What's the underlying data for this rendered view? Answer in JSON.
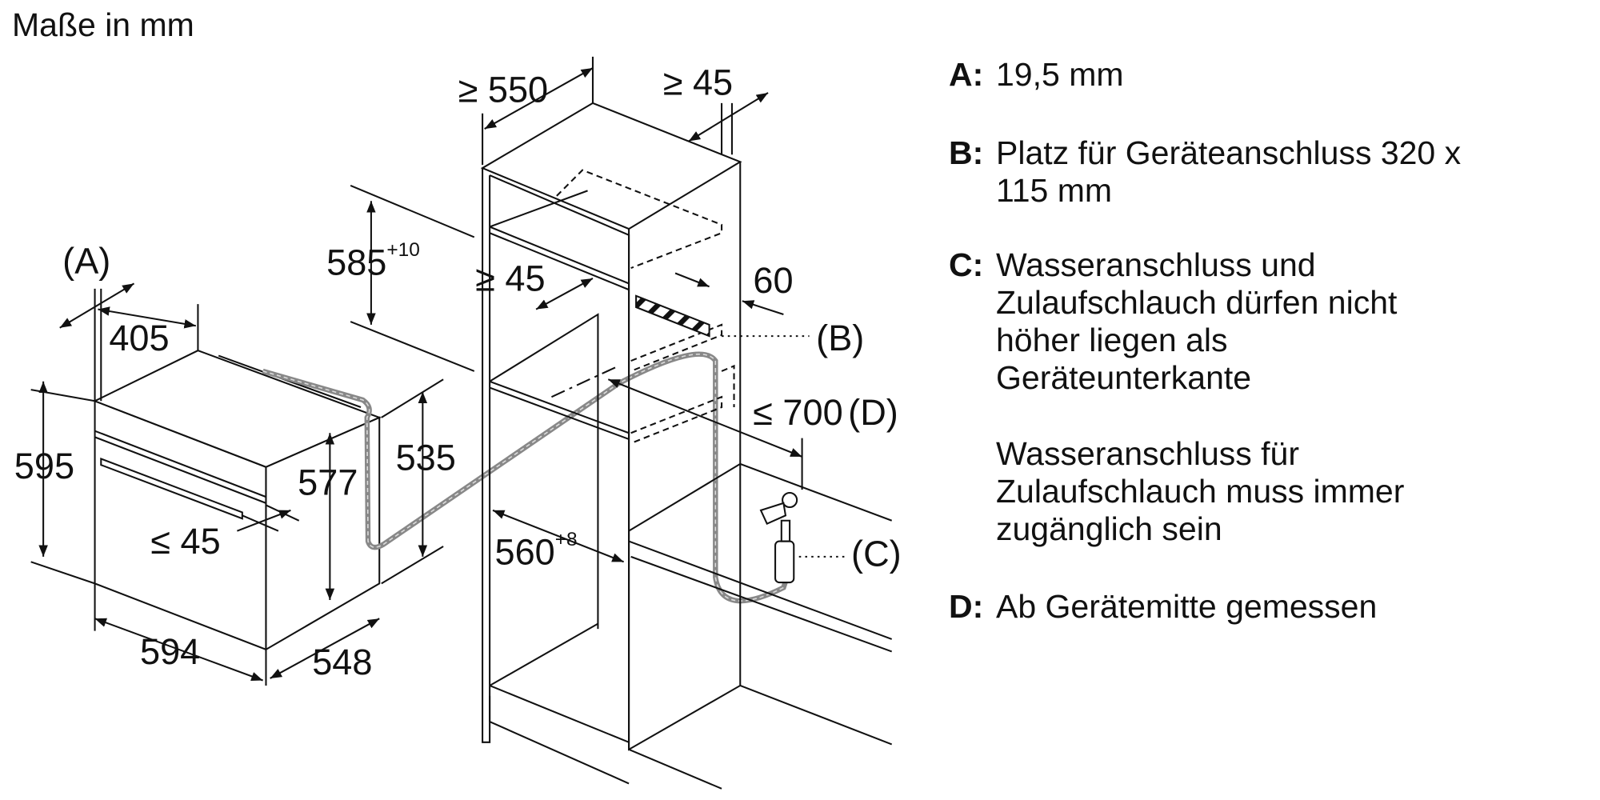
{
  "title": "Maße in mm",
  "dimensions": {
    "w550": "≥ 550",
    "w45_top": "≥ 45",
    "h585": "585",
    "h585_tol": "+10",
    "a_label": "(A)",
    "d405": "405",
    "gap45": "≥ 45",
    "d60": "60",
    "b_label": "(B)",
    "h595": "595",
    "h535": "535",
    "h577": "577",
    "d700": "≤ 700",
    "d_label": "(D)",
    "le45": "≤ 45",
    "w560": "560",
    "w560_tol": "+8",
    "c_label": "(C)",
    "w594": "594",
    "d548": "548"
  },
  "notes": [
    {
      "key": "A:",
      "lines": [
        "19,5 mm"
      ]
    },
    {
      "key": "B:",
      "lines": [
        "Platz für Geräteanschluss 320 x",
        "115 mm"
      ]
    },
    {
      "key": "C:",
      "lines": [
        "Wasseranschluss und",
        "Zulaufschlauch dürfen nicht",
        "höher liegen als",
        "Geräteunterkante"
      ]
    },
    {
      "key": "",
      "lines": [
        "Wasseranschluss für",
        "Zulaufschlauch muss immer",
        "zugänglich sein"
      ]
    },
    {
      "key": "D:",
      "lines": [
        "Ab Gerätemitte gemessen"
      ]
    }
  ]
}
